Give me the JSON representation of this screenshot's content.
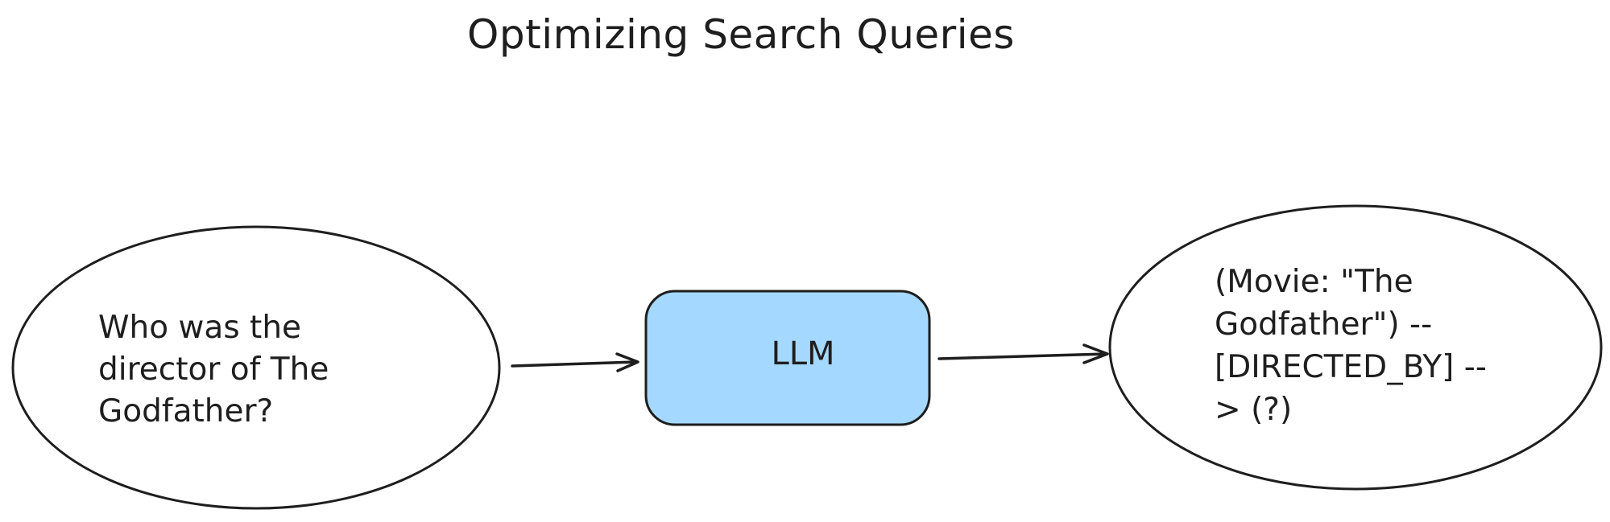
{
  "title": "Optimizing Search Queries",
  "nodes": {
    "question": {
      "text": "Who was the\ndirector of The\nGodfather?"
    },
    "llm": {
      "text": "LLM",
      "fill": "#a5d8ff"
    },
    "query": {
      "text": "(Movie: \"The\nGodfather\") --\n[DIRECTED_BY] --\n> (?)"
    }
  },
  "colors": {
    "stroke": "#1e1e1e",
    "accent": "#a5d8ff",
    "background": "#ffffff"
  }
}
